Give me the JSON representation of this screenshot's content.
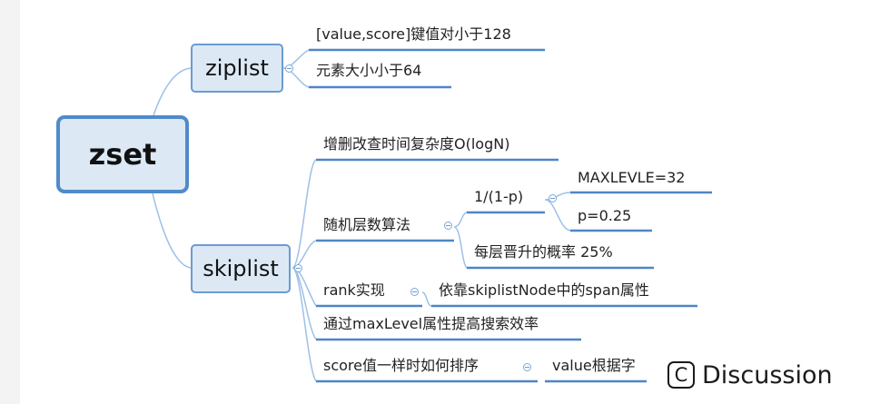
{
  "root": {
    "label": "zset"
  },
  "ziplist": {
    "label": "ziplist",
    "items": [
      "[value,score]键值对小于128",
      "元素大小小于64"
    ]
  },
  "skiplist": {
    "label": "skiplist",
    "items": [
      "增删改查时间复杂度O(logN)",
      "随机层数算法",
      "rank实现",
      "通过maxLevel属性提高搜索效率",
      "score值一样时如何排序"
    ],
    "random_level": {
      "formula": "1/(1-p)",
      "formula_children": [
        "MAXLEVLE=32",
        "p=0.25"
      ],
      "probability": "每层晋升的概率  25%"
    },
    "rank_detail": "依靠skiplistNode中的span属性",
    "score_detail": "value根据字"
  },
  "badge": {
    "label": "Discussion",
    "icon": "c-icon"
  },
  "colors": {
    "branch": "#9ec0e6",
    "underline": "#4f86c6",
    "node_fill": "#dce9f5",
    "node_border": "#6c9bd1"
  }
}
